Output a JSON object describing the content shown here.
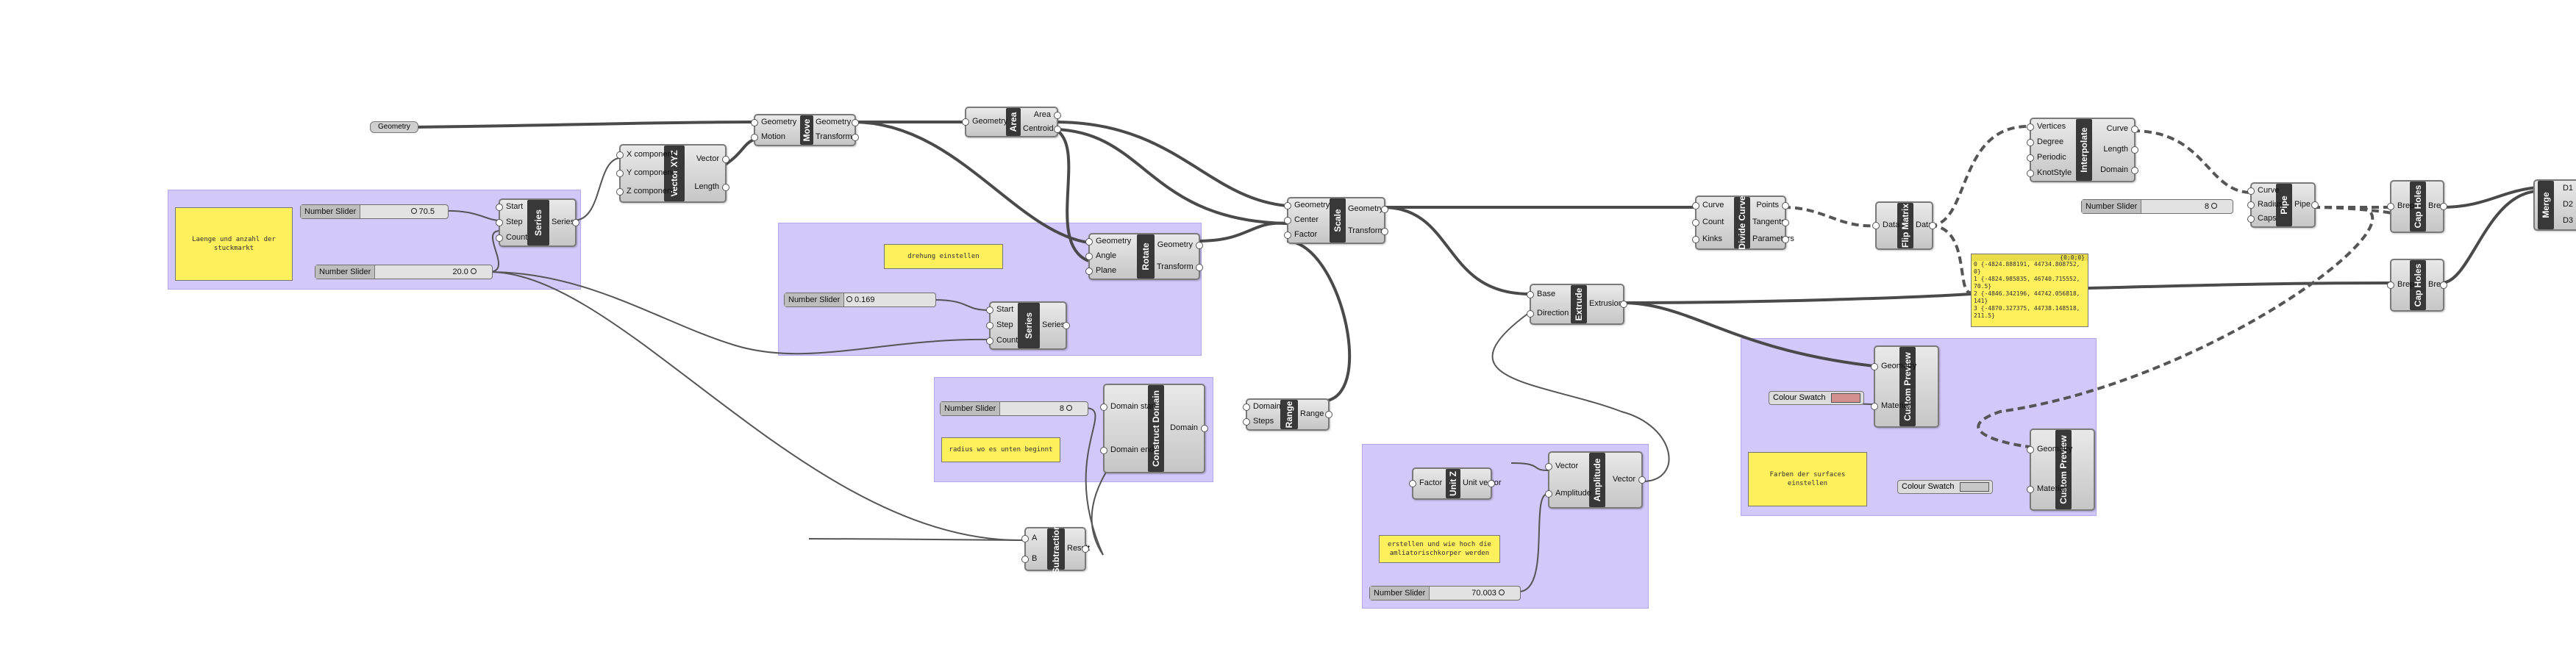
{
  "groups": [
    {
      "id": "g1",
      "bbox_hint": "series"
    },
    {
      "id": "g2",
      "bbox_hint": "rotate"
    },
    {
      "id": "g3",
      "bbox_hint": "domain"
    },
    {
      "id": "g4",
      "bbox_hint": "amplitude"
    },
    {
      "id": "g5",
      "bbox_hint": "preview"
    }
  ],
  "params": {
    "geometry": "Geometry"
  },
  "panels": {
    "p1": "Laenge und anzahl der stuckmarkt",
    "p2": "drehung einstellen",
    "p3": "radius wo es unten beginnt",
    "p4": "erstellen und wie hoch die amliatorischkorper werden",
    "p5": "Farben der surfaces einstellen"
  },
  "sliders": {
    "s1": {
      "label": "Number Slider",
      "value": "70.5"
    },
    "s2": {
      "label": "Number Slider",
      "value": "20.0"
    },
    "s3": {
      "label": "Number Slider",
      "value": "0.169"
    },
    "s4": {
      "label": "Number Slider",
      "value": "8"
    },
    "s5": {
      "label": "Number Slider",
      "value": "70.003"
    },
    "s6": {
      "label": "Number Slider",
      "value": "8"
    }
  },
  "swatches": {
    "c1": {
      "label": "Colour Swatch",
      "color": "#d48f8f"
    },
    "c2": {
      "label": "Colour Swatch",
      "color": "#c8c8c8"
    }
  },
  "nodes": {
    "series1": {
      "title": "Series",
      "in": [
        "Start",
        "Step",
        "Count"
      ],
      "out": [
        "Series"
      ]
    },
    "vecxyz": {
      "title": "Vector XYZ",
      "in": [
        "X component",
        "Y component",
        "Z component"
      ],
      "out": [
        "Vector",
        "Length"
      ]
    },
    "move": {
      "title": "Move",
      "in": [
        "Geometry",
        "Motion"
      ],
      "out": [
        "Geometry",
        "Transform"
      ]
    },
    "area": {
      "title": "Area",
      "in": [
        "Geometry"
      ],
      "out": [
        "Area",
        "Centroid"
      ]
    },
    "rotate": {
      "title": "Rotate",
      "in": [
        "Geometry",
        "Angle",
        "Plane"
      ],
      "out": [
        "Geometry",
        "Transform"
      ]
    },
    "series2": {
      "title": "Series",
      "in": [
        "Start",
        "Step",
        "Count"
      ],
      "out": [
        "Series"
      ]
    },
    "scale": {
      "title": "Scale",
      "in": [
        "Geometry",
        "Center",
        "Factor"
      ],
      "out": [
        "Geometry",
        "Transform"
      ]
    },
    "construct": {
      "title": "Construct Domain",
      "in": [
        "Domain start",
        "Domain end"
      ],
      "out": [
        "Domain"
      ]
    },
    "range": {
      "title": "Range",
      "in": [
        "Domain",
        "Steps"
      ],
      "out": [
        "Range"
      ]
    },
    "subtraction": {
      "title": "Subtraction",
      "in": [
        "A",
        "B"
      ],
      "out": [
        "Result"
      ]
    },
    "unitz": {
      "title": "Unit Z",
      "in": [
        "Factor"
      ],
      "out": [
        "Unit vector"
      ]
    },
    "amplitude": {
      "title": "Amplitude",
      "in": [
        "Vector",
        "Amplitude"
      ],
      "out": [
        "Vector"
      ]
    },
    "extrude": {
      "title": "Extrude",
      "in": [
        "Base",
        "Direction"
      ],
      "out": [
        "Extrusion"
      ]
    },
    "divide": {
      "title": "Divide Curve",
      "in": [
        "Curve",
        "Count",
        "Kinks"
      ],
      "out": [
        "Points",
        "Tangents",
        "Parameters"
      ]
    },
    "flip": {
      "title": "Flip Matrix",
      "in": [
        "Data"
      ],
      "out": [
        "Data"
      ]
    },
    "interp": {
      "title": "Interpolate",
      "in": [
        "Vertices",
        "Degree",
        "Periodic",
        "KnotStyle"
      ],
      "out": [
        "Curve",
        "Length",
        "Domain"
      ]
    },
    "pipe": {
      "title": "Pipe",
      "in": [
        "Curve",
        "Radius",
        "Caps"
      ],
      "out": [
        "Pipe"
      ]
    },
    "cap1": {
      "title": "Cap Holes",
      "in": [
        "Brep"
      ],
      "out": [
        "Brep"
      ]
    },
    "cap2": {
      "title": "Cap Holes",
      "in": [
        "Brep"
      ],
      "out": [
        "Brep"
      ]
    },
    "merge": {
      "title": "Merge",
      "in": [],
      "out": [
        "D1",
        "D2",
        "D3"
      ]
    },
    "preview1": {
      "title": "Custom Preview",
      "in": [
        "Geometry",
        "Material"
      ],
      "out": []
    },
    "preview2": {
      "title": "Custom Preview",
      "in": [
        "Geometry",
        "Material"
      ],
      "out": []
    }
  },
  "datapanel": {
    "header": "{0;0;0}",
    "rows": [
      "0 {-4824.888191, 44734.808752,",
      "  0}",
      "1 {-4824.985835, 46740.715552,",
      "  70.5}",
      "2 {-4846.342196, 44742.056818,",
      "  141}",
      "3 {-4870.327375, 44738.148518,",
      "  211.5}"
    ]
  }
}
